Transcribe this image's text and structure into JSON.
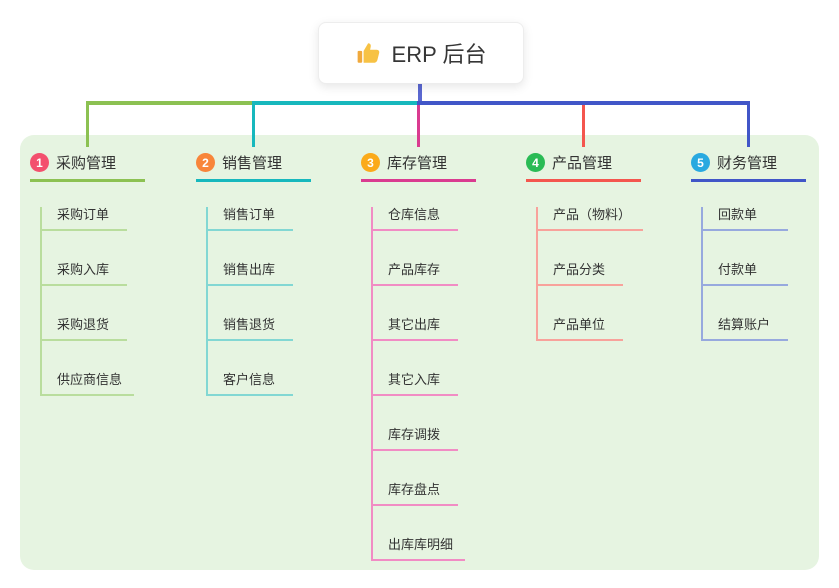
{
  "root": {
    "label": "ERP 后台",
    "icon": "thumbs-up-icon"
  },
  "colors": {
    "panel_bg": "#e6f4e1",
    "root_connector": "#5b68d1",
    "root_box_bg": "#ffffff",
    "text": "#333333"
  },
  "branches": [
    {
      "badge": "1",
      "label": "采购管理",
      "badge_color": "#f3506e",
      "line_color": "#8cc152",
      "child_line_color": "#b9dd9d",
      "children": [
        "采购订单",
        "采购入库",
        "采购退货",
        "供应商信息"
      ]
    },
    {
      "badge": "2",
      "label": "销售管理",
      "badge_color": "#f8853a",
      "line_color": "#17b8bd",
      "child_line_color": "#82d7d3",
      "children": [
        "销售订单",
        "销售出库",
        "销售退货",
        "客户信息"
      ]
    },
    {
      "badge": "3",
      "label": "库存管理",
      "badge_color": "#fbaa1a",
      "line_color": "#da3b90",
      "child_line_color": "#f18cc4",
      "children": [
        "仓库信息",
        "产品库存",
        "其它出库",
        "其它入库",
        "库存调拨",
        "库存盘点",
        "出库库明细"
      ]
    },
    {
      "badge": "4",
      "label": "产品管理",
      "badge_color": "#2abb55",
      "line_color": "#f4564e",
      "child_line_color": "#f8a29b",
      "children": [
        "产品（物料）",
        "产品分类",
        "产品单位"
      ]
    },
    {
      "badge": "5",
      "label": "财务管理",
      "badge_color": "#29a9e0",
      "line_color": "#4156c8",
      "child_line_color": "#97a9de",
      "children": [
        "回款单",
        "付款单",
        "结算账户"
      ]
    }
  ]
}
